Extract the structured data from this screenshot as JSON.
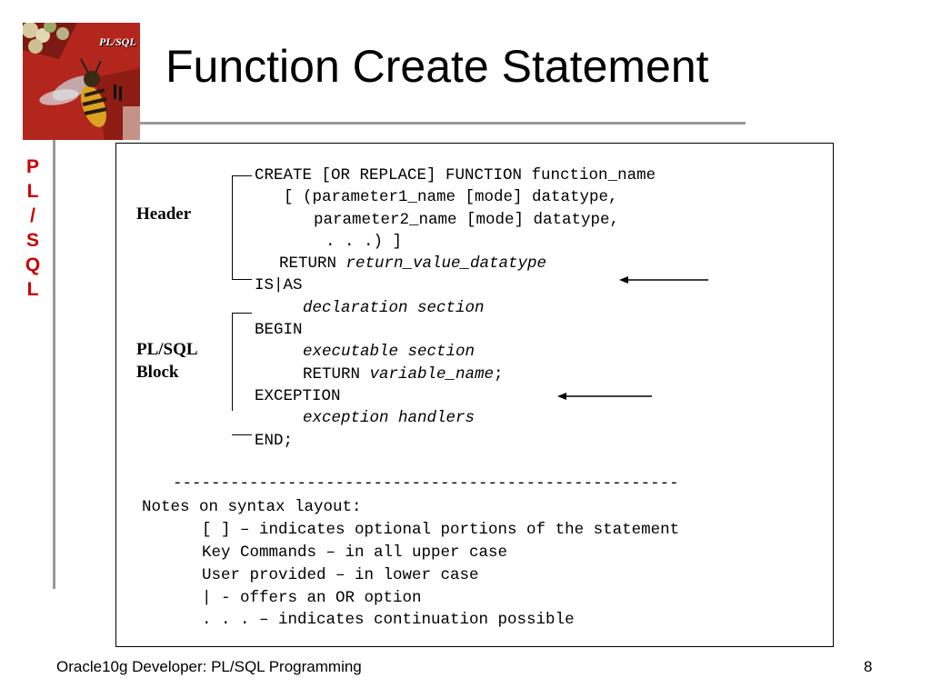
{
  "slide": {
    "title": "Function Create Statement",
    "side_letters": [
      "P",
      "L",
      "/",
      "S",
      "Q",
      "L"
    ],
    "footer_text": "Oracle10g Developer: PL/SQL Programming",
    "page_number": "8"
  },
  "logo": {
    "text": "PL/SQL"
  },
  "figure": {
    "labels": {
      "header": "Header",
      "block_line1": "PL/SQL",
      "block_line2": "Block"
    },
    "code": {
      "line1": "CREATE [OR REPLACE] FUNCTION function_name",
      "line2": "[ (parameter1_name [mode] datatype,",
      "line3": "parameter2_name [mode] datatype,",
      "line4": ". . .) ]",
      "line5_kw": "RETURN ",
      "line5_it": "return_value_datatype",
      "line6": "IS|AS",
      "line7": "declaration section",
      "line8": "BEGIN",
      "line9": "executable section",
      "line10_kw": "RETURN ",
      "line10_it": "variable_name",
      "line10_tail": ";",
      "line11": "EXCEPTION",
      "line12": "exception handlers",
      "line13": "END;"
    },
    "separator": "-----------------------------------------------------",
    "notes": {
      "heading": "Notes on syntax layout:",
      "items": [
        "[ ] – indicates optional portions of the statement",
        "Key Commands – in all upper case",
        "User provided – in lower case",
        "| - offers an OR option",
        ". . . – indicates continuation possible"
      ]
    }
  }
}
